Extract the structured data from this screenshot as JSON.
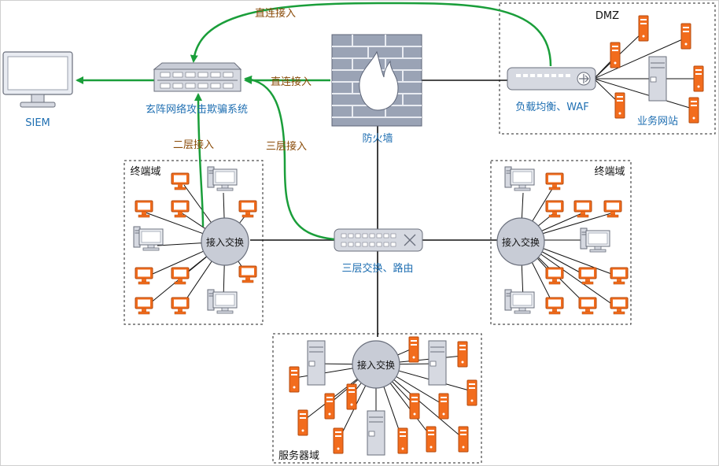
{
  "labels": {
    "siem": "SIEM",
    "deception": "玄阵网络攻击欺骗系统",
    "firewall": "防火墙",
    "dmz": "DMZ",
    "lb_waf": "负载均衡、WAF",
    "web_sites": "业务网站",
    "core_switch": "三层交换、路由",
    "terminal_domain": "终端域",
    "server_domain": "服务器域",
    "access_switch": "接入交换",
    "direct_access": "直连接入",
    "layer2_access": "二层接入",
    "layer3_access": "三层接入"
  },
  "colors": {
    "link_green": "#1a9e3a",
    "label_brown": "#8a4b08",
    "label_blue": "#1f6fb2",
    "orange": "#f26c1d",
    "grey": "#c8ccd6",
    "line": "#111111"
  },
  "icons": {
    "siem": "monitor-icon",
    "firewall": "brick-wall-fire-icon",
    "deception": "rack-appliance-icon",
    "lb_waf": "load-balancer-icon",
    "core_switch": "switch-icon",
    "access_switch": "hub-icon"
  }
}
